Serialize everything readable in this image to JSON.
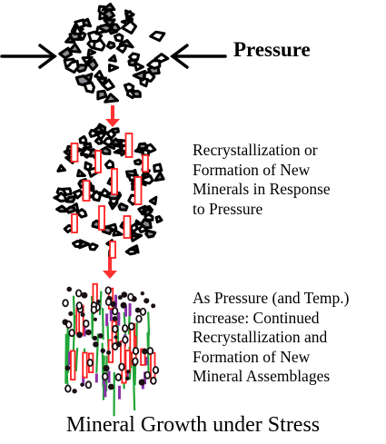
{
  "labels": {
    "pressure": "Pressure",
    "stage2_lines": [
      "Recrystallization or",
      "Formation of New",
      "Minerals in Response",
      "to Pressure"
    ],
    "stage3_lines": [
      "As Pressure (and Temp.)",
      "increase: Continued",
      "Recrystallization and",
      "Formation of New",
      "Mineral Assemblages"
    ],
    "title": "Mineral Growth under Stress"
  },
  "colors": {
    "grain_outline": "#000000",
    "grain_fill": "#8a8a90",
    "new_mineral": "#ff2020",
    "arrow": "#ff3030",
    "green_mineral": "#22a63a",
    "purple_mineral": "#8b2fa8",
    "dark_grain": "#1a1014"
  },
  "icons": {
    "left_arrow": "arrow-right-icon",
    "right_arrow": "arrow-left-icon",
    "stage_arrow": "arrow-down-icon"
  }
}
